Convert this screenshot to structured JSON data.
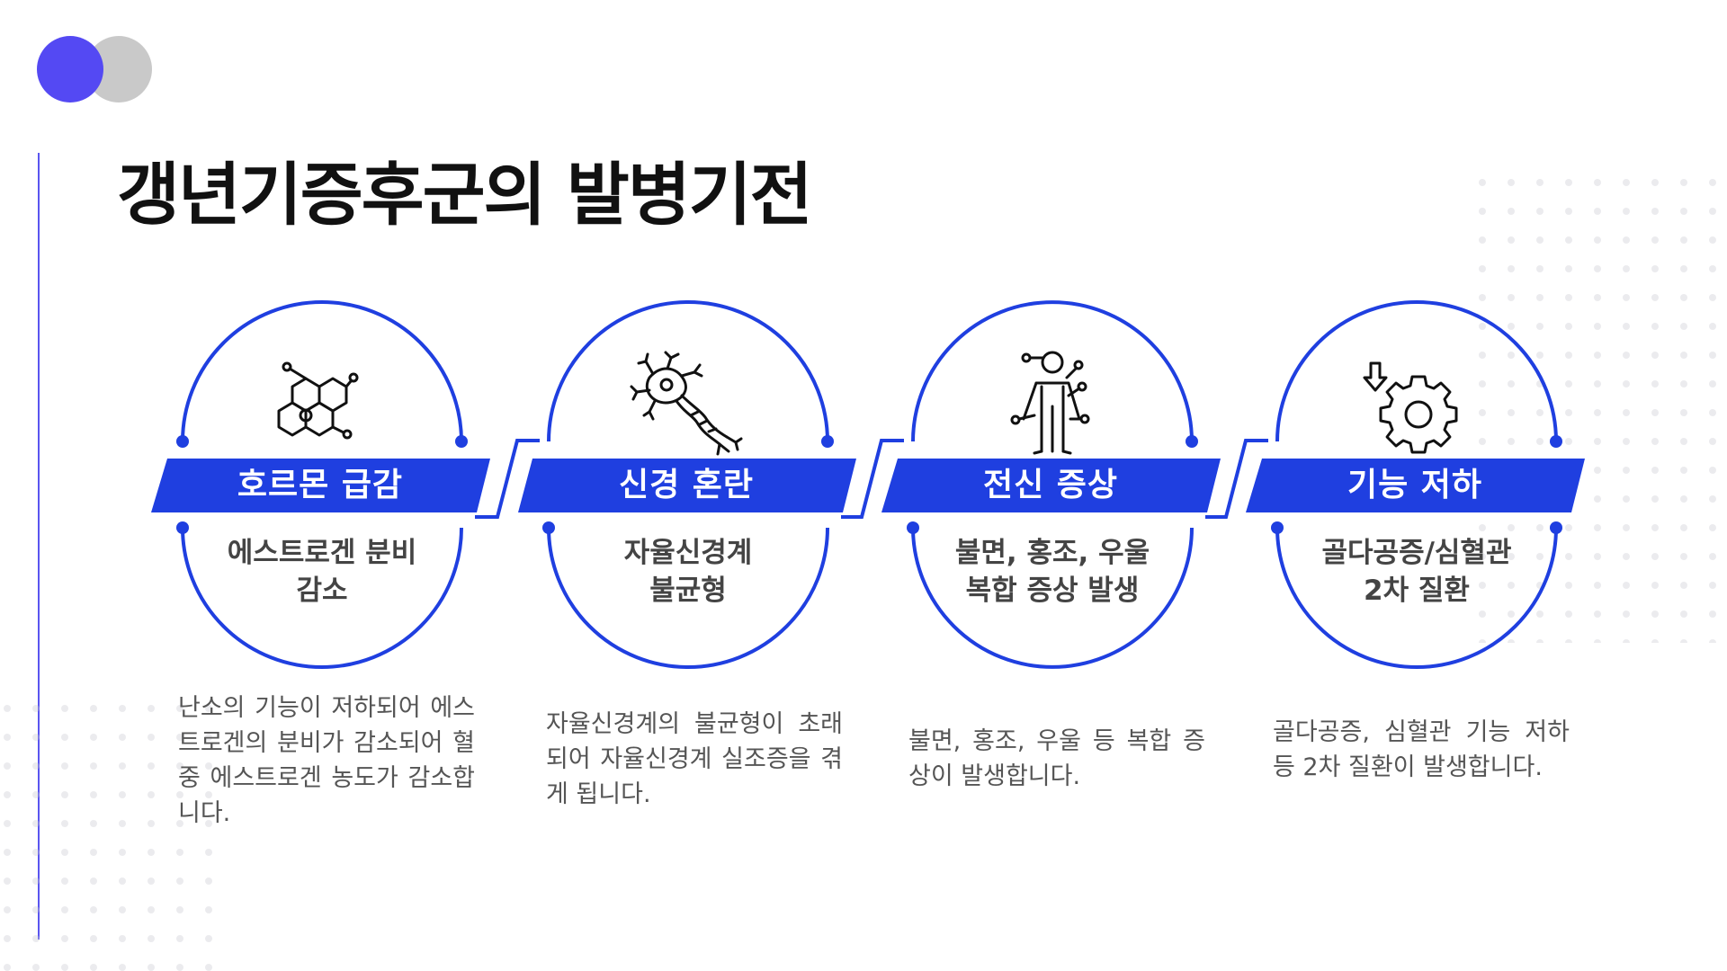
{
  "title": "갱년기증후군의 발병기전",
  "colors": {
    "accent": "#1f3fe0",
    "title": "#111111",
    "text": "#555555"
  },
  "steps": [
    {
      "icon": "molecule-icon",
      "ribbon_label": "호르몬 급감",
      "circle_line1": "에스트로겐 분비",
      "circle_line2": "감소",
      "description": "난소의 기능이 저하되어 에스트로겐의 분비가 감소되어 혈중 에스트로겐 농도가 감소합니다."
    },
    {
      "icon": "neuron-icon",
      "ribbon_label": "신경 혼란",
      "circle_line1": "자율신경계",
      "circle_line2": "불균형",
      "description": "자율신경계의 불균형이 초래되어 자율신경계 실조증을 겪게 됩니다."
    },
    {
      "icon": "body-symptoms-icon",
      "ribbon_label": "전신 증상",
      "circle_line1": "불면, 홍조, 우울",
      "circle_line2": "복합 증상 발생",
      "description": "불면, 홍조, 우울 등 복합 증상이 발생합니다."
    },
    {
      "icon": "gear-down-icon",
      "ribbon_label": "기능 저하",
      "circle_line1": "골다공증/심혈관",
      "circle_line2": "2차 질환",
      "description": "골다공증, 심혈관 기능 저하 등 2차 질환이 발생합니다."
    }
  ]
}
